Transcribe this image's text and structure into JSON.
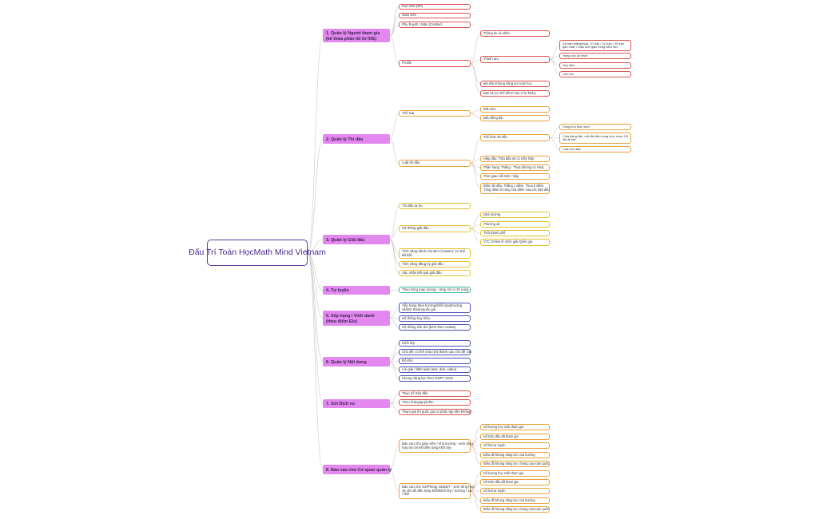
{
  "colors": {
    "root_border": "#5c3c96",
    "root_text": "#4b2a8f",
    "l1_fill": "#e388ee",
    "wire": "#c8c8c8",
    "red": "#d9534f",
    "orange": "#e8a33c",
    "yellow": "#e2c233",
    "green": "#36b39a",
    "blue": "#4a4fb8",
    "pink": "#e05a9a"
  },
  "root": {
    "lines": [
      "Đấu Trí Toán Học",
      "Math Mind Vietnam"
    ]
  },
  "branches": [
    {
      "id": "b1",
      "color": "red",
      "lines": [
        "1. Quản lý Người tham gia",
        "(kế thừa phần lõi từ IOE)"
      ],
      "children": [
        {
          "id": "b1c1",
          "lines": [
            "Học sinh (B2)"
          ]
        },
        {
          "id": "b1c2",
          "lines": [
            "Giáo viên"
          ]
        },
        {
          "id": "b1c3",
          "lines": [
            "Phụ huynh / Mảo (Casher)"
          ]
        },
        {
          "id": "b1c4",
          "lines": [
            "Profile"
          ],
          "children": [
            {
              "id": "b1c4a",
              "lines": [
                "Thông tin cá nhân"
              ]
            },
            {
              "id": "b1c4b",
              "lines": [
                "Thành tựu"
              ],
              "children": [
                {
                  "id": "b1c4b1",
                  "lines": [
                    "Số trận thắng/thua, 10 trận / 20 trận / 30 trận",
                    "gần nhất, / toàn thời gian trong năm học"
                  ]
                },
                {
                  "id": "b1c4b2",
                  "lines": [
                    "Hạng của cá nhân"
                  ]
                },
                {
                  "id": "b1c4b3",
                  "lines": [
                    "Huy hiệu"
                  ]
                },
                {
                  "id": "b1c4b4",
                  "lines": [
                    "Linh thú"
                  ]
                }
              ]
            },
            {
              "id": "b1c4c",
              "lines": [
                "Ma trận Khung năng lực toán học"
              ]
            },
            {
              "id": "b1c4d",
              "lines": [
                "Bạn bè (có thể kết tri vào vì trí khác)"
              ]
            }
          ]
        }
      ]
    },
    {
      "id": "b2",
      "color": "orange",
      "lines": [
        "2. Quản lý Thi đấu"
      ],
      "children": [
        {
          "id": "b2c1",
          "lines": [
            "Thể loại"
          ],
          "children": [
            {
              "id": "b2c1a",
              "lines": [
                "Đấu đơn"
              ]
            },
            {
              "id": "b2c1b",
              "lines": [
                "Đấu đồng đội"
              ]
            }
          ]
        },
        {
          "id": "b2c2",
          "lines": [
            "Luật thi đấu"
          ],
          "children": [
            {
              "id": "b2c2a",
              "lines": [
                "Thể thức thi đấu"
              ],
              "children": [
                {
                  "id": "b2c2a1",
                  "lines": [
                    "Vòng tròn theo lượt"
                  ]
                },
                {
                  "id": "b2c2a2",
                  "lines": [
                    "Chia bảng đấu, mỗi đội đấu vòng tròn, chọn 2/3",
                    "đội đi tiếp"
                  ]
                },
                {
                  "id": "b2c2a3",
                  "lines": [
                    "Loại trực tiếp"
                  ]
                }
              ]
            },
            {
              "id": "b2c2b",
              "lines": [
                "Hiệp đấu: Trận đấu sẽ có mấy hiệp"
              ]
            },
            {
              "id": "b2c2c",
              "lines": [
                "Phân hạng: Thắng - Thua (không có Hòa)"
              ]
            },
            {
              "id": "b2c2d",
              "lines": [
                "Thời gian mỗi trận / hiệp"
              ]
            },
            {
              "id": "b2c2e",
              "lines": [
                "Điểm thi đấu: Thắng 1 điểm, Thua 0 điểm.",
                "Tổng điểm là cộng của điểm của các trận đấu"
              ]
            }
          ]
        }
      ]
    },
    {
      "id": "b3",
      "color": "yellow",
      "lines": [
        "3. Quản lý Giải đấu"
      ],
      "children": [
        {
          "id": "b3c1",
          "lines": [
            "Thi đấu tự do"
          ]
        },
        {
          "id": "b3c2",
          "lines": [
            "Hệ thống giải đấu"
          ],
          "children": [
            {
              "id": "b3c2a",
              "lines": [
                "Nhà trường"
              ]
            },
            {
              "id": "b3c2b",
              "lines": [
                "Phường xã"
              ]
            },
            {
              "id": "b3c2c",
              "lines": [
                "Tỉnh thành phố"
              ]
            },
            {
              "id": "b3c2d",
              "lines": [
                "VTC Online tổ chức giải Quốc gia"
              ]
            }
          ]
        },
        {
          "id": "b3c3",
          "lines": [
            "Tính năng dành cho BLV (Caster): Có thể",
            "tất bật"
          ]
        },
        {
          "id": "b3c4",
          "lines": [
            "Tính năng đăng ký giải đấu"
          ]
        },
        {
          "id": "b3c5",
          "lines": [
            "Xác nhận kết quả giải đấu"
          ]
        }
      ]
    },
    {
      "id": "b4",
      "color": "green",
      "lines": [
        "4. Tự luyện"
      ],
      "children": [
        {
          "id": "b4c1",
          "lines": [
            "Theo từng map (vùng) - từng số có 20 vùng"
          ]
        }
      ]
    },
    {
      "id": "b5",
      "color": "blue",
      "lines": [
        "5. Xếp hạng / Vinh danh",
        "(theo điểm Elo)"
      ],
      "children": [
        {
          "id": "b5c1",
          "lines": [
            "Xếp hạng theo trường/khối lớp/phường",
            "xã/tỉnh thành/quốc gia"
          ]
        },
        {
          "id": "b5c2",
          "lines": [
            "Hệ thống huy hiệu"
          ]
        },
        {
          "id": "b5c3",
          "lines": [
            "Hệ thống linh thú (kèm theo Avatar)"
          ]
        }
      ]
    },
    {
      "id": "b6",
      "color": "blue",
      "lines": [
        "6. Quản lý Nội dung"
      ],
      "children": [
        {
          "id": "b6c1",
          "lines": [
            "Khối lớp"
          ]
        },
        {
          "id": "b6c2",
          "lines": [
            "Chủ đề: có thể chia nhỏ thành các chủ đề con"
          ]
        },
        {
          "id": "b6c3",
          "lines": [
            "Độ khó"
          ]
        },
        {
          "id": "b6c4",
          "lines": [
            "Lời giải / lãnh luận (text, ảnh, video)"
          ]
        },
        {
          "id": "b6c5",
          "lines": [
            "Khung năng lực theo GDPT 2018"
          ]
        }
      ]
    },
    {
      "id": "b7",
      "color": "red",
      "lines": [
        "7. Gói Dịch vụ"
      ],
      "children": [
        {
          "id": "b7c1",
          "lines": [
            "Theo số trận đấu"
          ]
        },
        {
          "id": "b7c2",
          "lines": [
            "Theo tháng/quý/năm"
          ]
        },
        {
          "id": "b7c3",
          "lines": [
            "Tham gia thi quốc gia có phải nộp tiền không?"
          ]
        }
      ]
    },
    {
      "id": "b8",
      "color": "orange",
      "lines": [
        "8. Báo cáo cho Cơ quan quản lý"
      ],
      "children": [
        {
          "id": "b8c1",
          "lines": [
            "Báo cáo cho giáo viên / nhà trường - xem tổng",
            "hợp và chi tiết đến từng khối lớp"
          ],
          "children": [
            {
              "id": "b8c1a",
              "lines": [
                "Số lượng học sinh tham gia"
              ]
            },
            {
              "id": "b8c1b",
              "lines": [
                "Số trận đấu đã tham gia"
              ]
            },
            {
              "id": "b8c1c",
              "lines": [
                "Số bài tự luyện"
              ]
            },
            {
              "id": "b8c1d",
              "lines": [
                "Biểu đồ khung năng lực của trường"
              ]
            },
            {
              "id": "b8c1e",
              "lines": [
                "Biểu đồ khung năng lực chung của toàn quốc"
              ]
            }
          ]
        },
        {
          "id": "b8c2",
          "lines": [
            "Báo cáo cho Sở/Phòng GD&ĐT - xem tổng hợp",
            "và chi tiết đến từng khối/khối lớp / trường / xã",
            "/ tỉnh"
          ],
          "children": [
            {
              "id": "b8c2a",
              "lines": [
                "Số lượng học sinh tham gia"
              ]
            },
            {
              "id": "b8c2b",
              "lines": [
                "Số trận đấu đã tham gia"
              ]
            },
            {
              "id": "b8c2c",
              "lines": [
                "Số bài tự luyện"
              ]
            },
            {
              "id": "b8c2d",
              "lines": [
                "Biểu đồ khung năng lực của trường"
              ]
            },
            {
              "id": "b8c2e",
              "lines": [
                "Biểu đồ khung năng lực chung của toàn quốc"
              ]
            }
          ]
        }
      ]
    }
  ]
}
